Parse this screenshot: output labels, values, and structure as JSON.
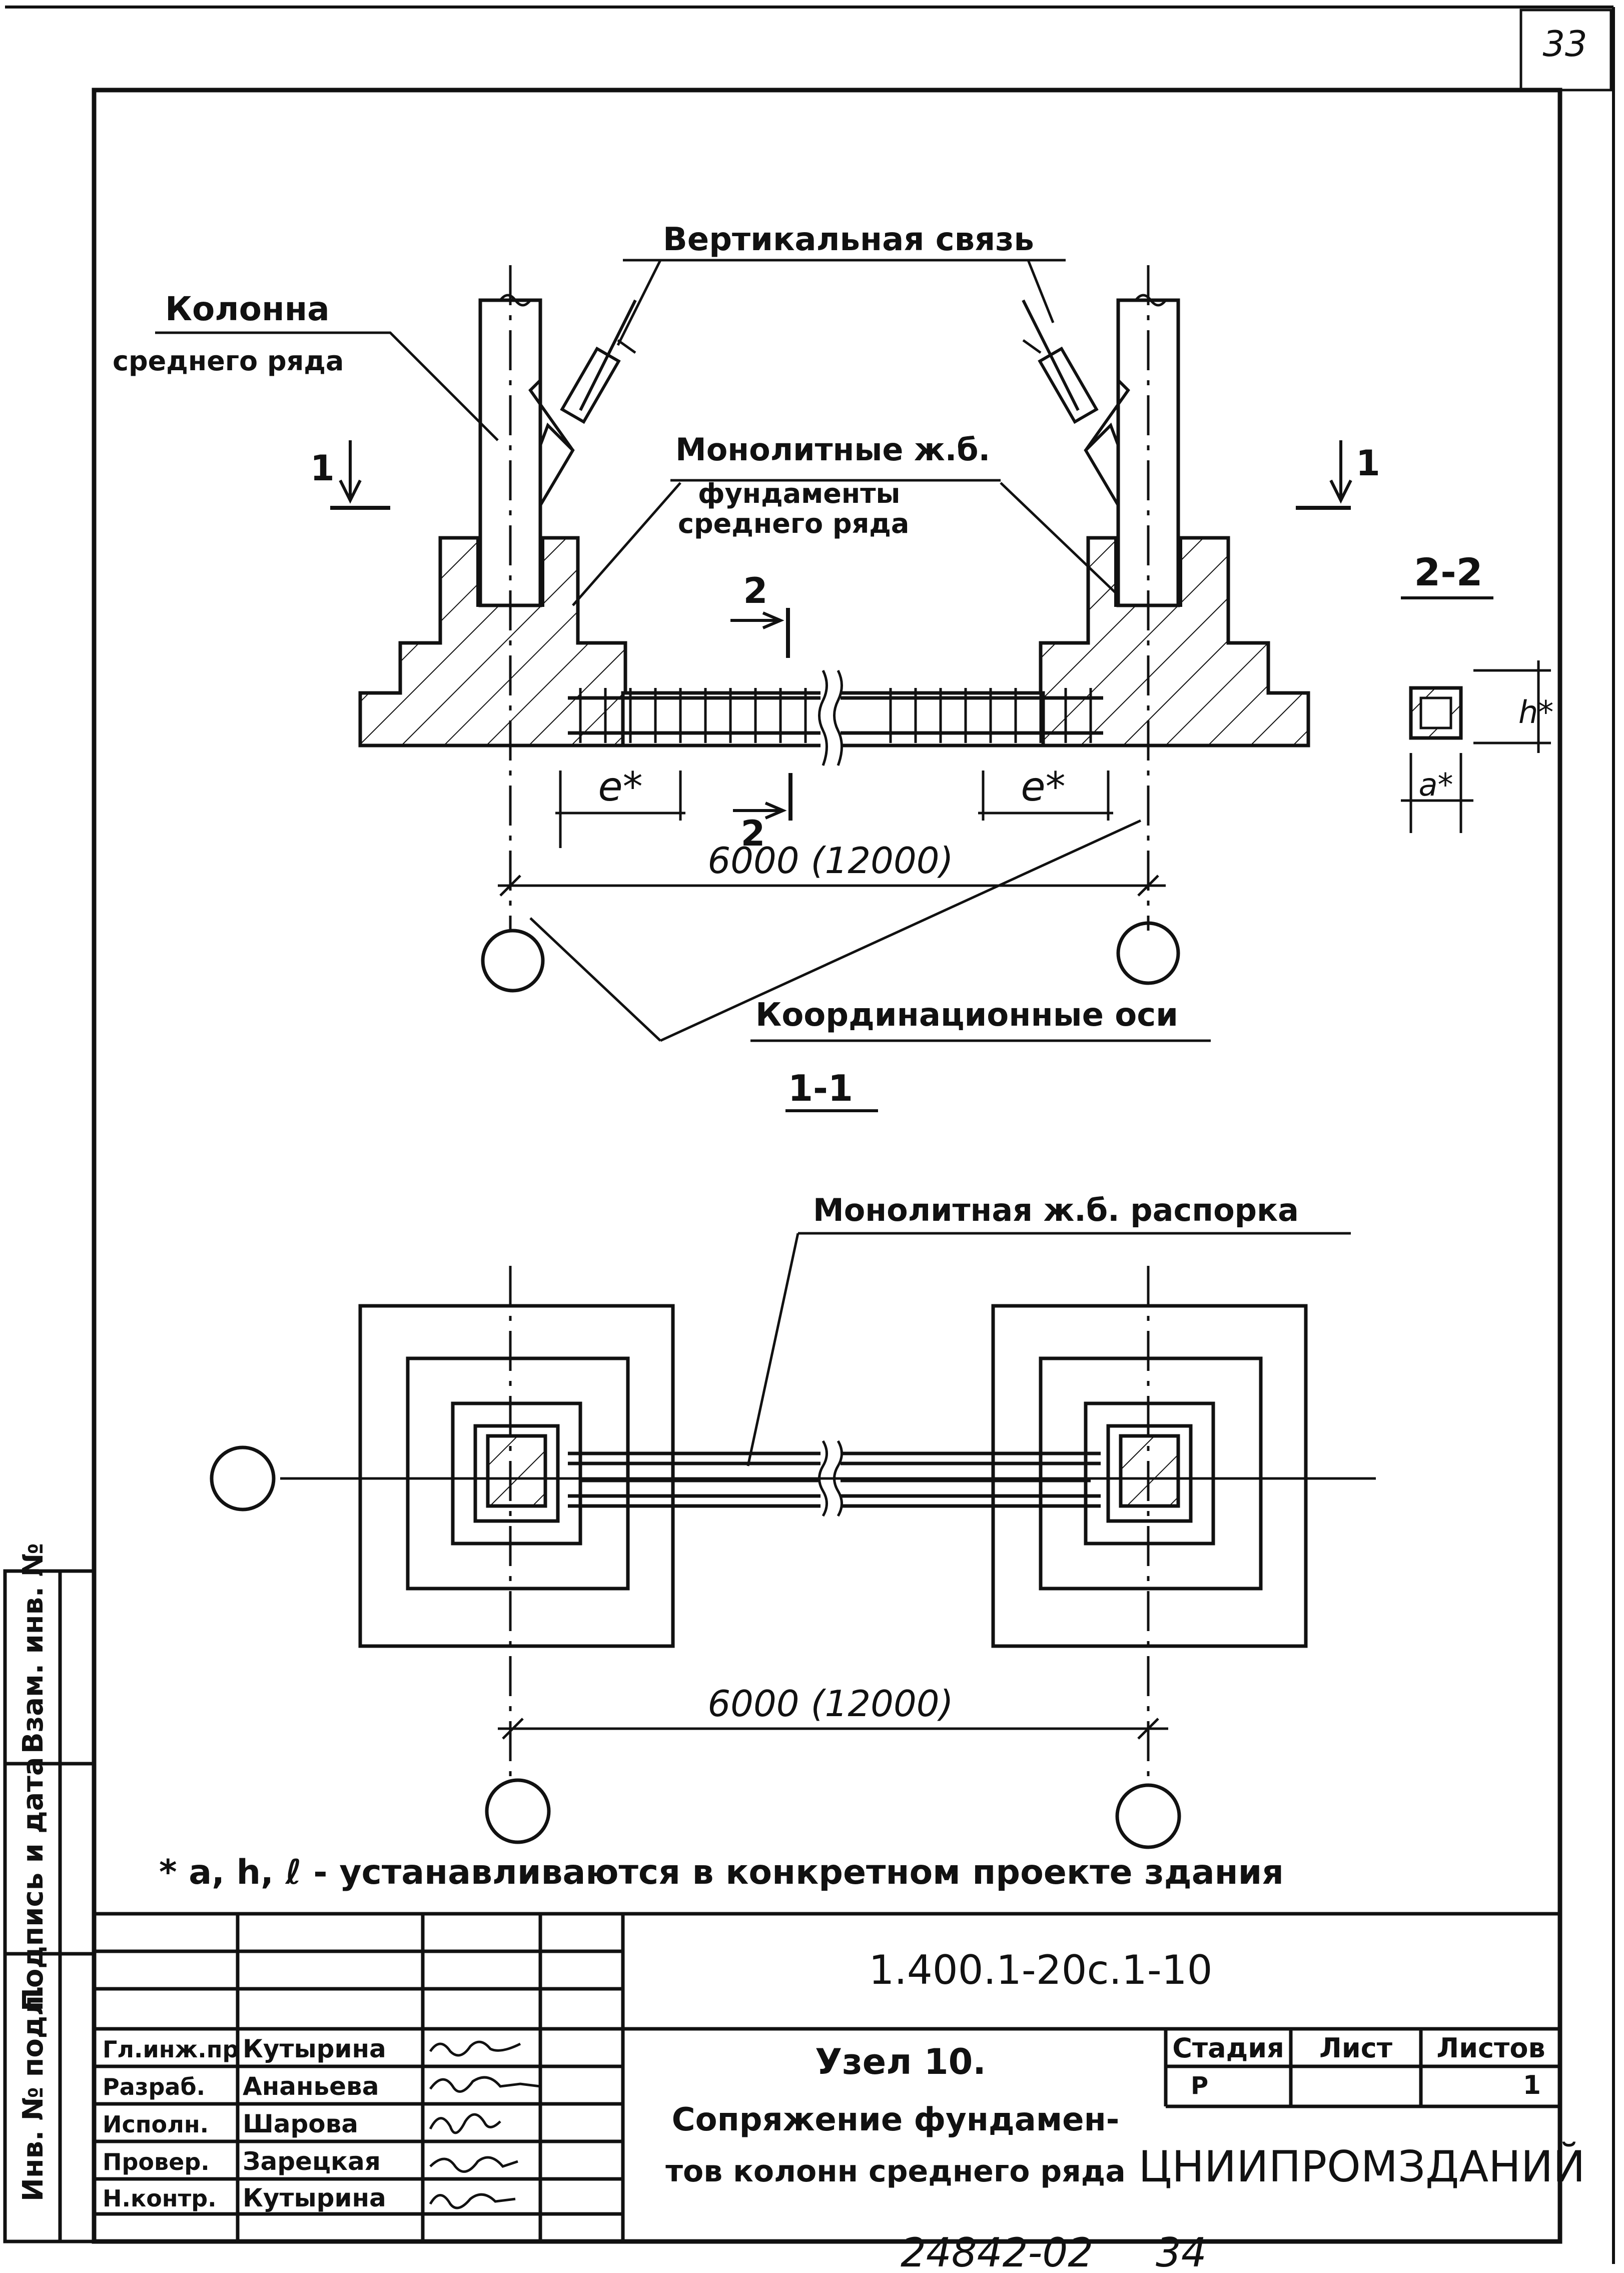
{
  "sheet": {
    "page_number": "33",
    "bottom_code": "24842-02",
    "bottom_page": "34"
  },
  "section_1_1": {
    "label_column": "Колонна",
    "label_column_2": "среднего ряда",
    "label_vertical_brace": "Вертикальная связь",
    "label_foundations": "Монолитные ж.б.",
    "label_foundations_2": "фундаменты",
    "label_foundations_3": "среднего ряда",
    "label_coord_axes": "Координационные оси",
    "dimension": "6000 (12000)",
    "dim_e_left": "e*",
    "dim_e_right": "e*",
    "cut_left": "1",
    "cut_right": "1",
    "cut_2_top": "2",
    "cut_2_bottom": "2",
    "title": "1-1"
  },
  "section_2_2": {
    "title": "2-2",
    "dim_h": "h*",
    "dim_a": "a*"
  },
  "plan_view": {
    "label_strut": "Монолитная ж.б. распорка",
    "dimension": "6000 (12000)"
  },
  "note": "* a, h, ℓ - устанавливаются в конкретном проекте здания",
  "side_stamp": {
    "inv_orig": "Инв. № подл.",
    "sign_date": "Подпись и дата",
    "vzam_inv": "Взам. инв. №"
  },
  "title_block": {
    "document_code": "1.400.1-20с.1-10",
    "roles": [
      {
        "role": "Гл.инж.пр",
        "name": "Кутырина"
      },
      {
        "role": "Разраб.",
        "name": "Ананьева"
      },
      {
        "role": "Исполн.",
        "name": "Шарова"
      },
      {
        "role": "Провер.",
        "name": "Зарецкая"
      },
      {
        "role": "Н.контр.",
        "name": "Кутырина"
      }
    ],
    "node_title": "Узел 10.",
    "description_line1": "Сопряжение фундамен-",
    "description_line2": "тов колонн среднего ряда",
    "stage_header": "Стадия",
    "sheet_header": "Лист",
    "sheets_header": "Листов",
    "stage_value": "Р",
    "sheet_value": "",
    "sheets_value": "1",
    "organization": "ЦНИИПРОМЗДАНИЙ"
  }
}
